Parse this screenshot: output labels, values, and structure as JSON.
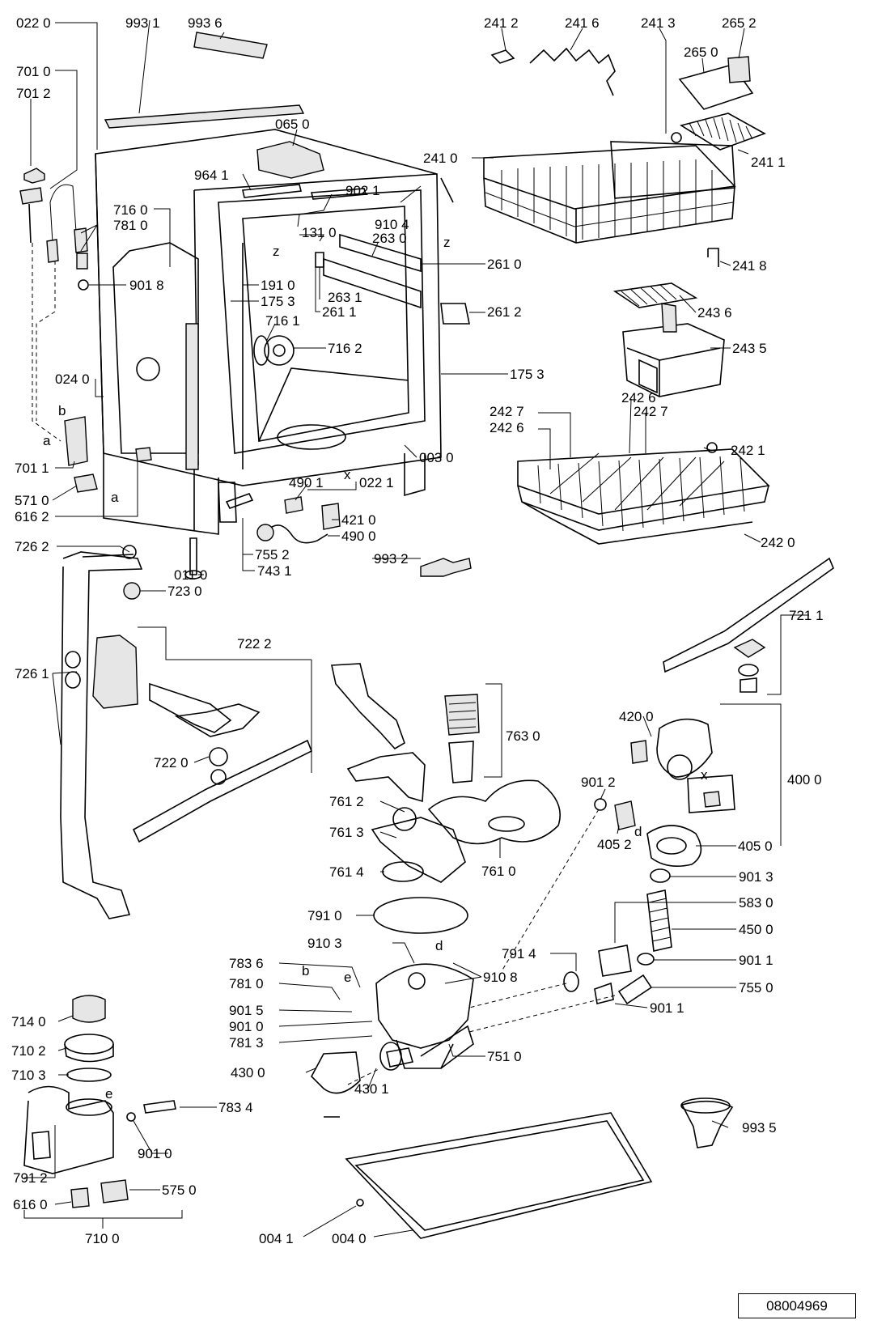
{
  "drawing_code": "08004969",
  "labels": {
    "p0220": "022 0",
    "p9931": "993 1",
    "p9936": "993 6",
    "p2412": "241 2",
    "p2416": "241 6",
    "p2413": "241 3",
    "p2652": "265 2",
    "p2650": "265 0",
    "p7010": "701 0",
    "p7012": "701 2",
    "p0650": "065 0",
    "p2410": "241 0",
    "p2411": "241 1",
    "p9641": "964 1",
    "p9021": "902 1",
    "p7160": "716 0",
    "p7810a": "781 0",
    "p9104": "910 4",
    "p1310": "131 0",
    "p2630": "263 0",
    "p2610": "261 0",
    "p2418": "241 8",
    "p9018": "901 8",
    "p1910": "191 0",
    "p1753a": "175 3",
    "p2631": "263 1",
    "p2611": "261 1",
    "p2612": "261 2",
    "p2436": "243 6",
    "p7161": "716 1",
    "p7162": "716 2",
    "p2435": "243 5",
    "p1753b": "175 3",
    "p0240": "024 0",
    "p2427a": "242 7",
    "p2426a": "242 6",
    "p2426b": "242 6",
    "p2427b": "242 7",
    "p0030": "003 0",
    "p2421": "242 1",
    "p7011": "701 1",
    "p4901": "490 1",
    "p0221": "022 1",
    "p5710": "571 0",
    "p6162": "616 2",
    "p4210": "421 0",
    "p4900": "490 0",
    "p7262": "726 2",
    "p7552": "755 2",
    "p9932": "993 2",
    "p2420": "242 0",
    "p0110": "011 0",
    "p7431": "743 1",
    "p7230": "723 0",
    "p7211": "721 1",
    "p7222": "722 2",
    "p7261": "726 1",
    "p7630": "763 0",
    "p4200": "420 0",
    "p7220": "722 0",
    "p4000": "400 0",
    "p9012": "901 2",
    "p7612": "761 2",
    "p4052": "405 2",
    "p7613": "761 3",
    "p4050": "405 0",
    "p7614": "761 4",
    "p7610": "761 0",
    "p9013": "901 3",
    "p5830": "583 0",
    "p7910": "791 0",
    "p4500": "450 0",
    "p9103": "910 3",
    "p7914": "791 4",
    "p9011a": "901 1",
    "p7836": "783 6",
    "p9108": "910 8",
    "p7810b": "781 0",
    "p7550": "755 0",
    "p9015": "901 5",
    "p9011b": "901 1",
    "p7140": "714 0",
    "p9010a": "901 0",
    "p7813": "781 3",
    "p7510": "751 0",
    "p7102": "710 2",
    "p4300": "430 0",
    "p4301": "430 1",
    "p7103": "710 3",
    "p7834": "783 4",
    "p9935": "993 5",
    "p9010b": "901 0",
    "p7912": "791 2",
    "p5750": "575 0",
    "p6160": "616 0",
    "p7100": "710 0",
    "p0041": "004 1",
    "p0040": "004 0"
  },
  "markers": {
    "b1": "b",
    "a1": "a",
    "a2": "a",
    "x1": "x",
    "z1": "z",
    "z2": "z",
    "x2": "x",
    "d1": "d",
    "d2": "d",
    "b2": "b",
    "e1": "e",
    "e2": "e"
  }
}
